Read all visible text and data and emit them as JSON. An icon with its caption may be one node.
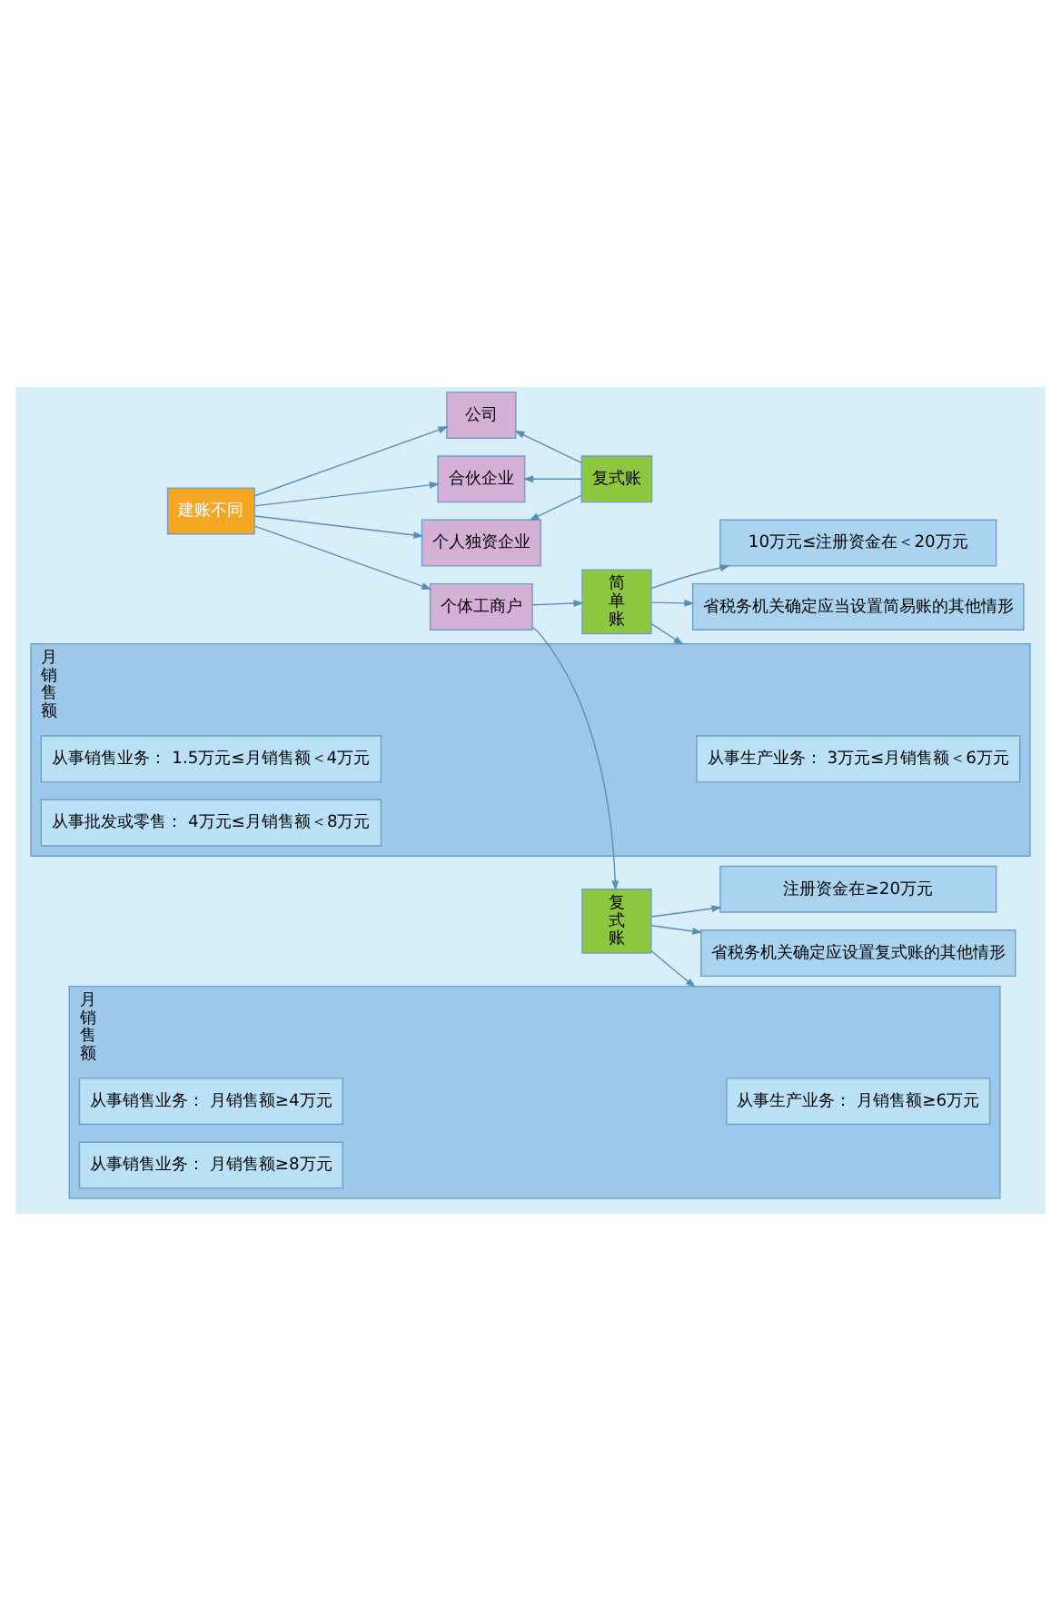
{
  "diagram": {
    "nodes": [
      {
        "text": [
          "建账不同"
        ]
      },
      {
        "text": [
          "公司"
        ]
      },
      {
        "text": [
          "合伙企业"
        ]
      },
      {
        "text": [
          "个人独资企业"
        ]
      },
      {
        "text": [
          "复式账"
        ]
      },
      {
        "text": [
          "个体工商户"
        ]
      },
      {
        "text": [
          "简单账"
        ]
      },
      {
        "text": [
          "10万元≤注册资金在＜20万元"
        ]
      },
      {
        "text": [
          "月销售额"
        ]
      },
      {
        "text": [
          "从事销售业务： 1.5万元≤月销售额＜4万元"
        ],
        "in": 8
      },
      {
        "text": [
          "从事生产业务： 3万元≤月销售额＜6万元"
        ],
        "in": 8
      },
      {
        "text": [
          "从事批发或零售： 4万元≤月销售额＜8万元"
        ],
        "in": 8
      },
      {
        "text": [
          "省税务机关确定应当设置简易账的其他情形"
        ]
      },
      {
        "text": [
          "复式账"
        ]
      },
      {
        "text": [
          "注册资金在≥20万元"
        ]
      },
      {
        "text": [
          "月销售额"
        ]
      },
      {
        "text": [
          "从事销售业务： 月销售额≥4万元"
        ],
        "in": 15
      },
      {
        "text": [
          "从事生产业务： 月销售额≥6万元"
        ],
        "in": 15
      },
      {
        "text": [
          "从事销售业务： 月销售额≥8万元"
        ],
        "in": 15
      },
      {
        "text": [
          "省税务机关确定应设置复式账的其他情形"
        ]
      }
    ],
    "edges": [
      {
        "from": 0,
        "to": 1,
        "arrow": "to"
      },
      {
        "from": 0,
        "to": 2,
        "arrow": "to"
      },
      {
        "from": 0,
        "to": 3,
        "arrow": "to"
      },
      {
        "from": 0,
        "to": 5,
        "arrow": "to"
      },
      {
        "from": 4,
        "to": 1,
        "arrow": "to"
      },
      {
        "from": 4,
        "to": 2,
        "arrow": "to"
      },
      {
        "from": 4,
        "to": 3,
        "arrow": "to"
      },
      {
        "from": 5,
        "to": 6,
        "arrow": "to"
      },
      {
        "from": 5,
        "to": 13,
        "arrow": "to"
      },
      {
        "from": 6,
        "to": 7,
        "arrow": "to"
      },
      {
        "from": 6,
        "to": 8,
        "arrow": "to"
      },
      {
        "from": 6,
        "to": 12,
        "arrow": "to"
      },
      {
        "from": 13,
        "to": 14,
        "arrow": "to"
      },
      {
        "from": 13,
        "to": 15,
        "arrow": "to"
      },
      {
        "from": 13,
        "to": 19,
        "arrow": "to"
      }
    ]
  }
}
